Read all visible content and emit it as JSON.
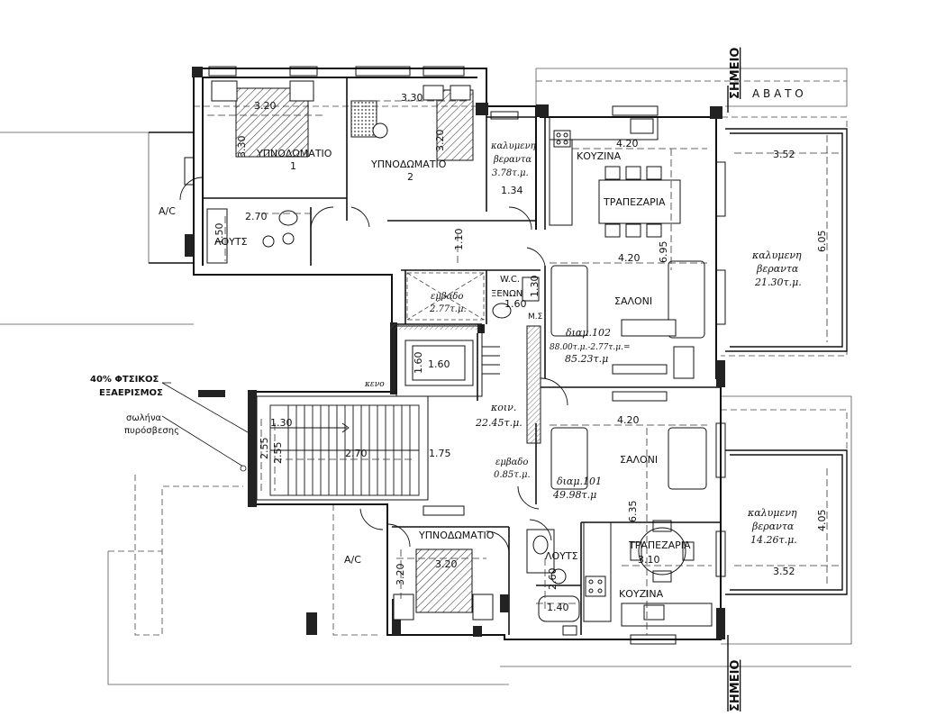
{
  "markers": {
    "top": "ΣΗΜΕΙΟ",
    "bottom": "ΣΗΜΕΙΟ",
    "abato": "Α Β Α Τ Ο"
  },
  "annotations": {
    "ventilation_1": "40% ΦΤΣΙΚΟΣ",
    "ventilation_2": "ΕΞΑΕΡΙΣΜΟΣ",
    "pipe_1": "σωλήνα",
    "pipe_2": "πυρόσβεσης",
    "ac_left": "A/C",
    "ac_bottom": "A/C",
    "keno": "κενο"
  },
  "rooms": {
    "bedroom1": "ΥΠΝΟΔΩΜΑΤΙΟ",
    "bedroom1_num": "1",
    "bedroom2": "ΥΠΝΟΔΩΜΑΤΙΟ",
    "bedroom2_num": "2",
    "covered_small_1": "καλυμενη",
    "covered_small_2": "βεραντα",
    "covered_small_3": "3.78τ.μ.",
    "kitchen_top": "ΚΟΥΖΙΝΑ",
    "dining_top": "ΤΡΑΠΕΖΑΡΙΑ",
    "bath_top": "ΛΟΥΤΣ",
    "wc_1": "W.C.",
    "wc_2": "ΞΕΝΩΝ",
    "wc_ms": "Μ.Σ",
    "shaft_top_1": "εμβαδο",
    "shaft_top_2": "2.77τ.μ.",
    "salon_top": "ΣΑΛΟΝΙ",
    "apt102_1": "διαμ.102",
    "apt102_2": "88.00τ.μ.-2.77τ.μ.=",
    "apt102_3": "85.23τ.μ",
    "veranda_big_1": "καλυμενη",
    "veranda_big_2": "βεραντα",
    "veranda_big_3": "21.30τ.μ.",
    "common_1": "κοιν.",
    "common_2": "22.45τ.μ.",
    "shaft_mid_1": "εμβαδο",
    "shaft_mid_2": "0.85τ.μ.",
    "salon_bottom": "ΣΑΛΟΝΙ",
    "apt101_1": "διαμ.101",
    "apt101_2": "49.98τ.μ",
    "veranda_bottom_1": "καλυμενη",
    "veranda_bottom_2": "βεραντα",
    "veranda_bottom_3": "14.26τ.μ.",
    "bedroom_bottom": "ΥΠΝΟΔΩΜΑΤΙΟ",
    "bath_bottom": "ΛΟΥΤΣ",
    "dining_bottom": "ΤΡΑΠΕΖΑΡΙΑ",
    "kitchen_bottom": "ΚΟΥΖΙΝΑ"
  },
  "dimensions": {
    "b1_w": "3.20",
    "b1_h": "3.30",
    "b2_w": "3.30",
    "b2_h": "3.20",
    "bath_w": "2.70",
    "bath_h": "1.50",
    "corr_h": "1.10",
    "ver_small_w": "1.34",
    "kitchen_w": "4.20",
    "dining_w": "4.20",
    "salon_h": "6.95",
    "ver_big_w": "3.52",
    "ver_big_h": "6.05",
    "wc_w": "1.60",
    "wc_h": "1.30",
    "lift_h": "1.60",
    "lift_w": "1.60",
    "stair_w": "1.30",
    "stair_h1": "2.55",
    "stair_h2": "2.55",
    "stair_len": "2.70",
    "stair_land": "1.75",
    "salon_b_w": "4.20",
    "salon_b_h": "6.35",
    "dining_b_w": "3.10",
    "ver_b_w": "3.52",
    "ver_b_h": "4.05",
    "bed_b_w": "3.20",
    "bed_b_h": "3.20",
    "bath_b_h": "2.60",
    "bath_b_w": "1.40"
  }
}
